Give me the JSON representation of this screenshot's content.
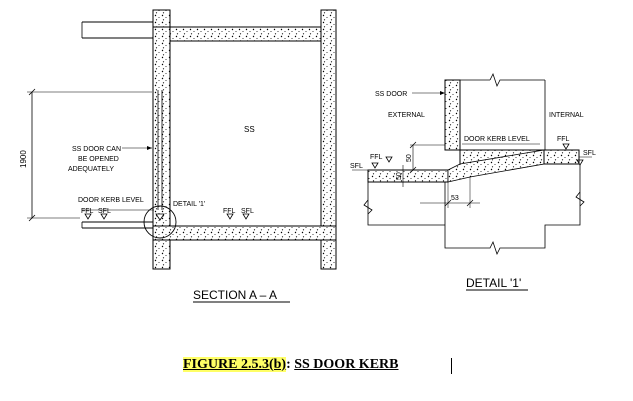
{
  "section": {
    "title": "SECTION A – A",
    "room_label": "SS",
    "dimension_value": "1900",
    "door_note": [
      "SS DOOR CAN",
      "BE OPENED",
      "ADEQUATELY"
    ],
    "kerb_level_label": "DOOR KERB LEVEL",
    "detail_ref": "DETAIL '1'",
    "ffl_label": "FFL",
    "sfl_label": "SFL"
  },
  "detail": {
    "title": "DETAIL '1'",
    "ss_door_label": "SS DOOR",
    "external_label": "EXTERNAL",
    "internal_label": "INTERNAL",
    "kerb_level_label": "DOOR KERB LEVEL",
    "ffl_label": "FFL",
    "sfl_label": "SFL",
    "dim_50_a": "50",
    "dim_50_b": "50",
    "dim_53": "53"
  },
  "caption": {
    "code": "FIGURE 2.5.3(b)",
    "separator": ": ",
    "title": "SS DOOR KERB"
  },
  "colors": {
    "line": "#000000",
    "highlight": "#ffff66",
    "wall_fill": "#ffffff"
  }
}
